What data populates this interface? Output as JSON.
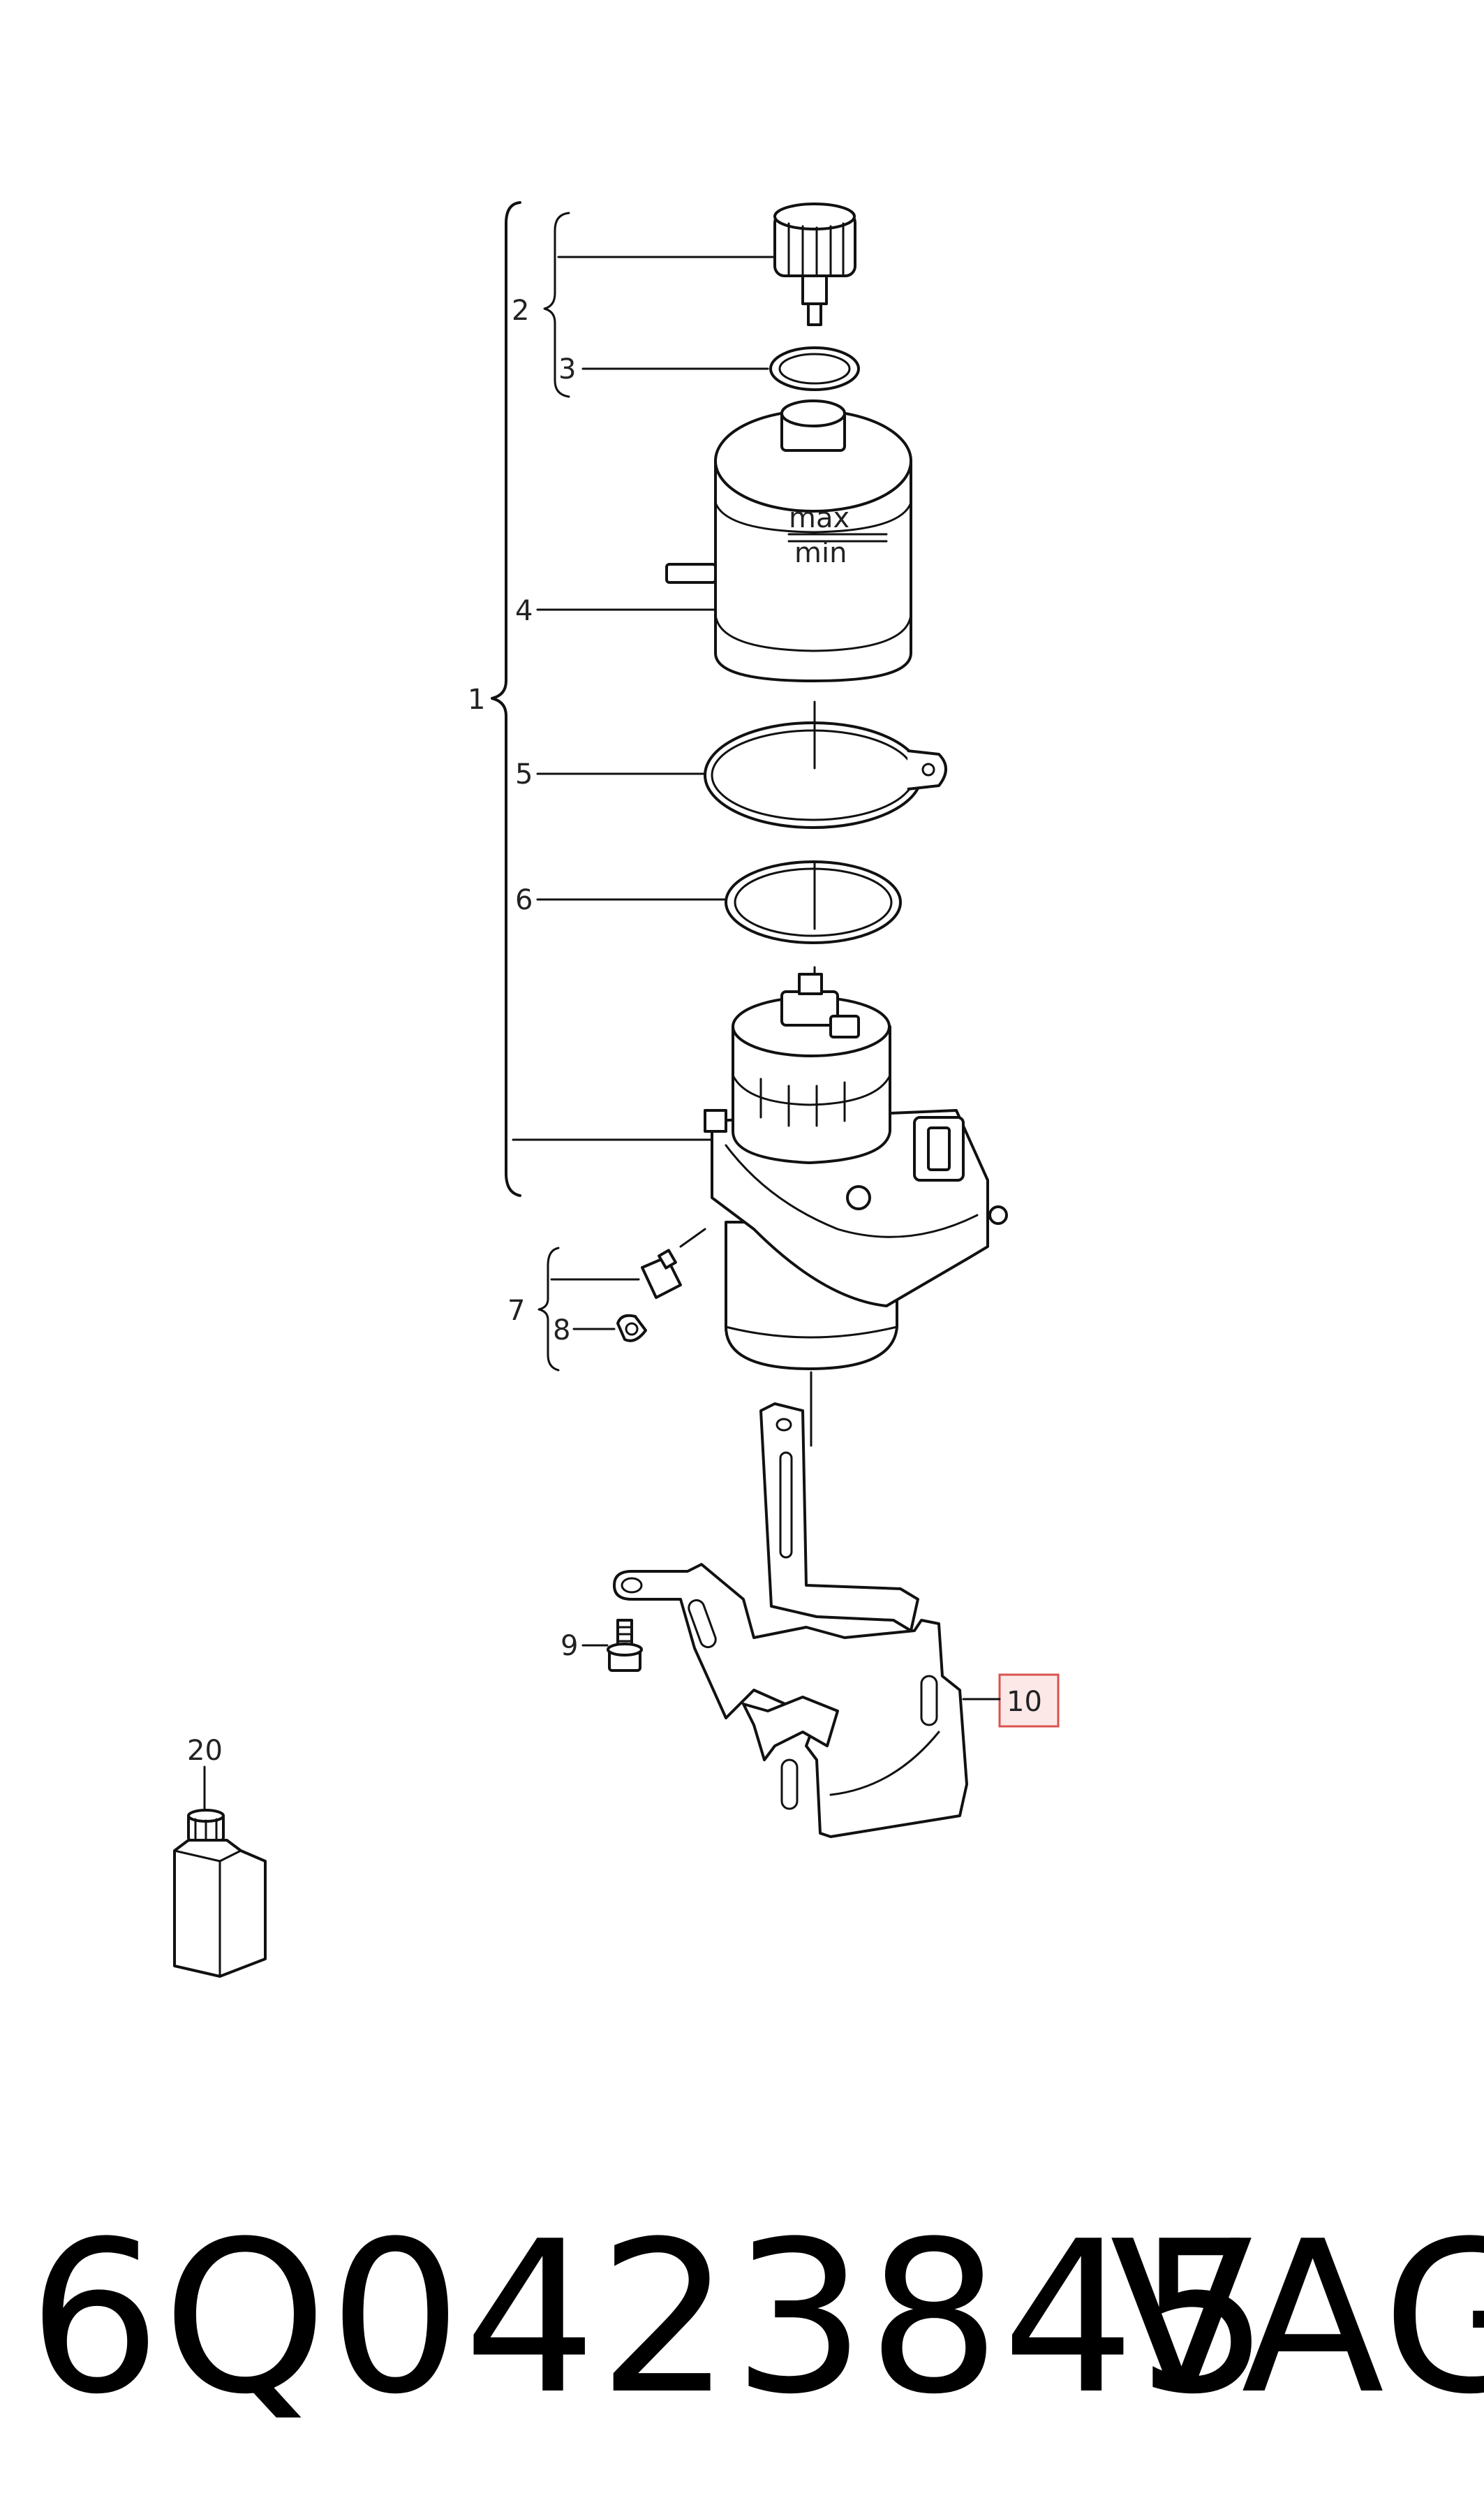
{
  "diagram": {
    "callouts": {
      "c1": "1",
      "c2": "2",
      "c3": "3",
      "c4": "4",
      "c5": "5",
      "c6": "6",
      "c7": "7",
      "c8": "8",
      "c9": "9",
      "c10": "10",
      "c20": "20"
    },
    "reservoir_marks": {
      "max": "max",
      "min": "min"
    },
    "highlight_color": "#d9534f",
    "highlight_fill": "#fde8e8"
  },
  "footer": {
    "part_number": "6Q0423845",
    "brand": "VAG"
  }
}
